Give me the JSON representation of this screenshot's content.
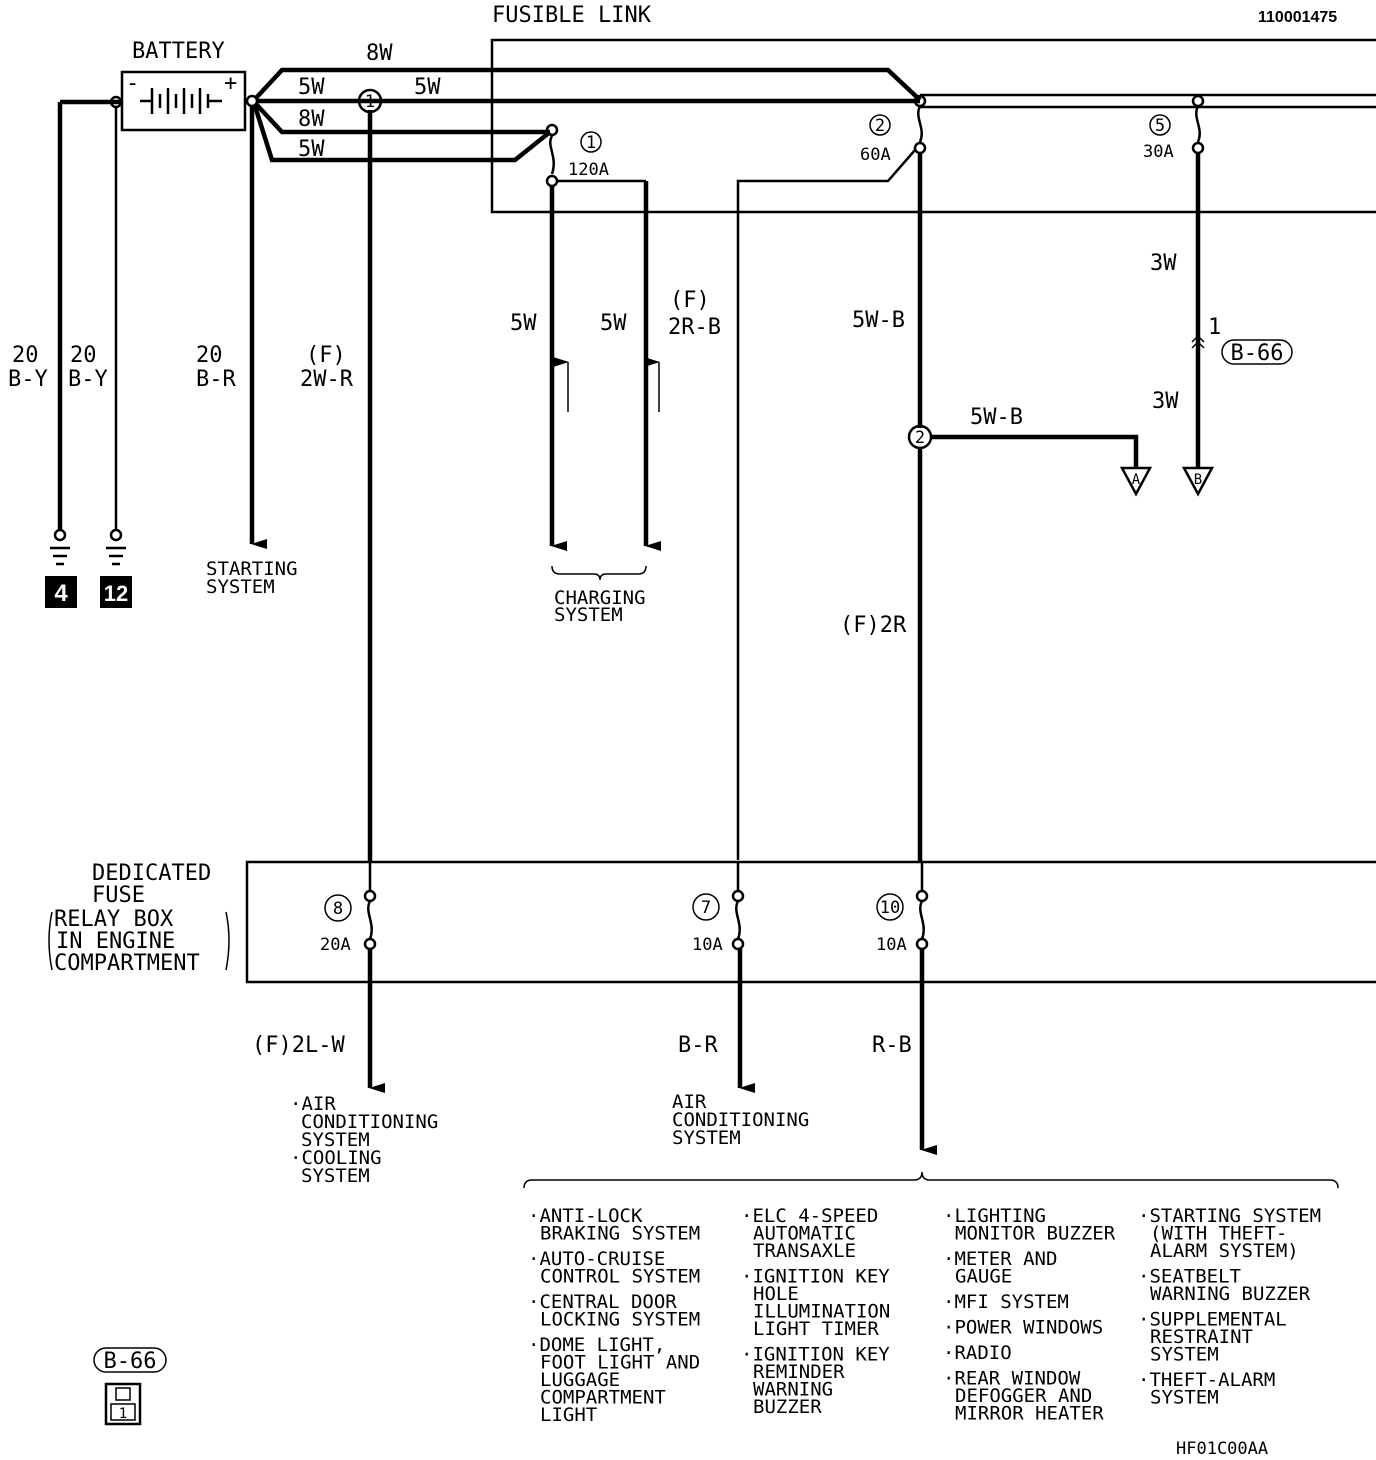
{
  "doc_id": "110001475",
  "fig_id": "HF01C00AA",
  "battery": {
    "label": "BATTERY",
    "minus": "-",
    "plus": "+"
  },
  "fusible_link": {
    "label": "FUSIBLE LINK",
    "fuses": [
      {
        "no": "1",
        "rating": "120A"
      },
      {
        "no": "2",
        "rating": "60A"
      },
      {
        "no": "5",
        "rating": "30A"
      }
    ]
  },
  "battery_wires": [
    "8W",
    "5W",
    "8W",
    "5W"
  ],
  "junctions": [
    "1",
    "2"
  ],
  "wires": {
    "link1_out": "5W",
    "gnd1": [
      "20",
      "B-Y"
    ],
    "gnd2": [
      "20",
      "B-Y"
    ],
    "start": [
      "20",
      "B-R"
    ],
    "ac_feed": [
      "(F)",
      "2W-R"
    ],
    "chg1": "5W",
    "chg2": "5W",
    "chg3": [
      "(F)",
      "2R-B"
    ],
    "fl2_out": "5W-B",
    "fl5_top": "3W",
    "fl5_bot": "3W",
    "branch_a": "5W-B",
    "down_f2r": "(F)2R",
    "out8": "(F)2L-W",
    "out7": "B-R",
    "out10": "R-B"
  },
  "ground_numbers": [
    "4",
    "12"
  ],
  "connector": {
    "id": "B-66",
    "pin": "1"
  },
  "refs": {
    "a": "A",
    "b": "B"
  },
  "systems": {
    "starting": [
      "STARTING",
      "SYSTEM"
    ],
    "charging": [
      "CHARGING",
      "SYSTEM"
    ]
  },
  "relay_box": {
    "label_lines": [
      "DEDICATED",
      "FUSE",
      "RELAY BOX",
      "IN ENGINE",
      "COMPARTMENT"
    ],
    "fuses": [
      {
        "no": "8",
        "rating": "20A"
      },
      {
        "no": "7",
        "rating": "10A"
      },
      {
        "no": "10",
        "rating": "10A"
      }
    ]
  },
  "dest8": [
    "·AIR",
    "CONDITIONING",
    "SYSTEM",
    "·COOLING",
    "SYSTEM"
  ],
  "dest7": [
    "AIR",
    "CONDITIONING",
    "SYSTEM"
  ],
  "dest10_cols": [
    [
      [
        "·ANTI-LOCK",
        "BRAKING SYSTEM"
      ],
      [
        "·AUTO-CRUISE",
        "CONTROL SYSTEM"
      ],
      [
        "·CENTRAL DOOR",
        "LOCKING SYSTEM"
      ],
      [
        "·DOME LIGHT,",
        "FOOT LIGHT AND",
        "LUGGAGE",
        "COMPARTMENT",
        "LIGHT"
      ]
    ],
    [
      [
        "·ELC 4-SPEED",
        "AUTOMATIC",
        "TRANSAXLE"
      ],
      [
        "·IGNITION KEY",
        "HOLE",
        "ILLUMINATION",
        "LIGHT TIMER"
      ],
      [
        "·IGNITION KEY",
        "REMINDER",
        "WARNING",
        "BUZZER"
      ]
    ],
    [
      [
        "·LIGHTING",
        "MONITOR BUZZER"
      ],
      [
        "·METER AND",
        "GAUGE"
      ],
      [
        "·MFI SYSTEM"
      ],
      [
        "·POWER WINDOWS"
      ],
      [
        "·RADIO"
      ],
      [
        "·REAR WINDOW",
        "DEFOGGER AND",
        "MIRROR HEATER"
      ]
    ],
    [
      [
        "·STARTING SYSTEM",
        "(WITH THEFT-",
        "ALARM SYSTEM)"
      ],
      [
        "·SEATBELT",
        "WARNING BUZZER"
      ],
      [
        "·SUPPLEMENTAL",
        "RESTRAINT",
        "SYSTEM"
      ],
      [
        "·THEFT-ALARM",
        "SYSTEM"
      ]
    ]
  ]
}
